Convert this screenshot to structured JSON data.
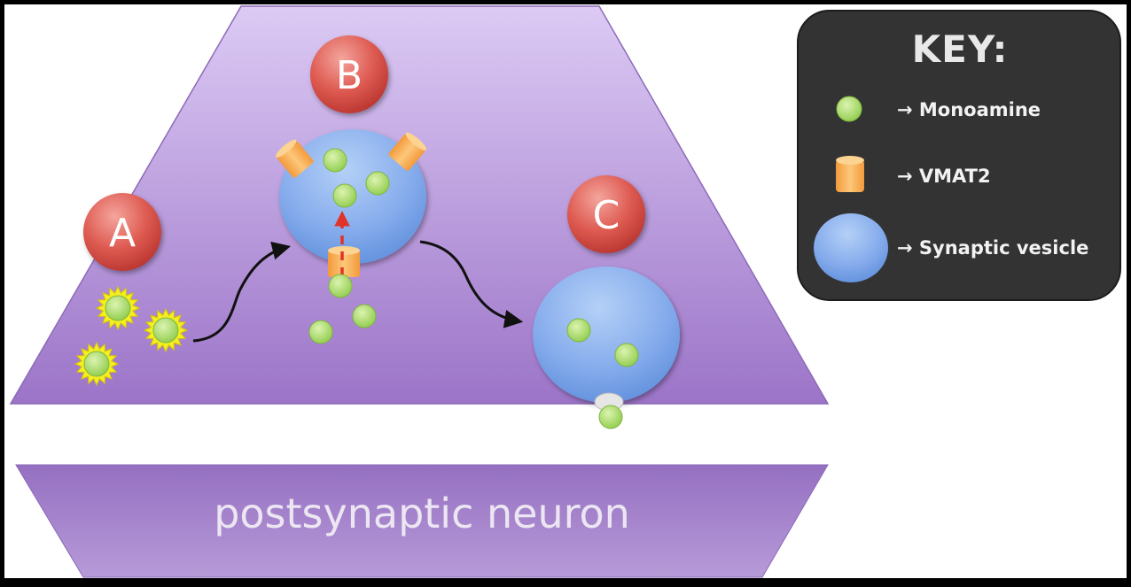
{
  "labels": {
    "a": "A",
    "b": "B",
    "c": "C"
  },
  "key": {
    "title": "KEY:",
    "items": [
      {
        "label": "→ Monoamine",
        "icon": "monoamine-icon"
      },
      {
        "label": "→ VMAT2",
        "icon": "vmat2-icon"
      },
      {
        "label": "→ Synaptic vesicle",
        "icon": "synaptic-vesicle-icon"
      }
    ]
  },
  "postsynaptic": {
    "label": "postsynaptic neuron"
  },
  "colors": {
    "neuron_top": "#dcc8f2",
    "neuron_bottom": "#9a72c6",
    "vesicle": "#7aa8e8",
    "monoamine": "#aedc6a",
    "vmat2": "#f7b453",
    "badge": "#d9534f",
    "starburst": "#f3ef22",
    "key_bg": "#333333"
  }
}
